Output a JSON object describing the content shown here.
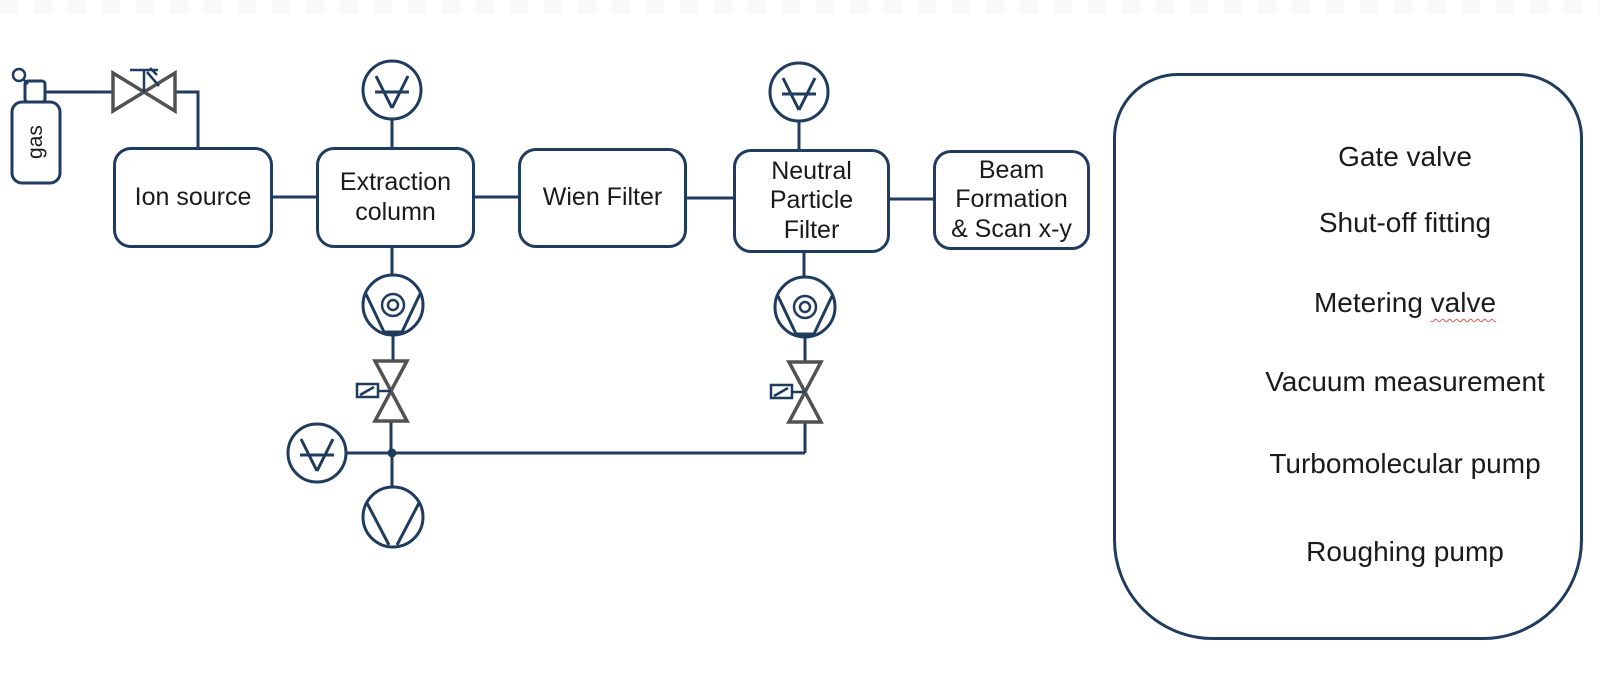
{
  "colors": {
    "line": "#1f3b5e",
    "valve_gray": "#525252",
    "text": "#1a1a1a",
    "squiggle": "#e2574c",
    "background": "#ffffff"
  },
  "nodes": {
    "gas_bottle": {
      "label": "gas"
    },
    "ion_source": {
      "label": "Ion source"
    },
    "extraction_column": {
      "lines": [
        "Extraction",
        "column"
      ]
    },
    "wien_filter": {
      "label": "Wien Filter"
    },
    "neutral_particle_filter": {
      "lines": [
        "Neutral",
        "Particle",
        "Filter"
      ]
    },
    "beam_formation": {
      "lines": [
        "Beam",
        "Formation",
        "& Scan x-y"
      ]
    }
  },
  "legend": {
    "items": [
      {
        "icon": "gate-valve-icon",
        "label": "Gate valve"
      },
      {
        "icon": "shut-off-fitting-icon",
        "label": "Shut-off fitting"
      },
      {
        "icon": "metering-valve-icon",
        "label_part1": "Metering ",
        "label_part2": "valve"
      },
      {
        "icon": "vacuum-measurement-icon",
        "label": "Vacuum measurement"
      },
      {
        "icon": "turbomolecular-pump-icon",
        "label": "Turbomolecular pump"
      },
      {
        "icon": "roughing-pump-icon",
        "label": "Roughing pump"
      }
    ]
  }
}
